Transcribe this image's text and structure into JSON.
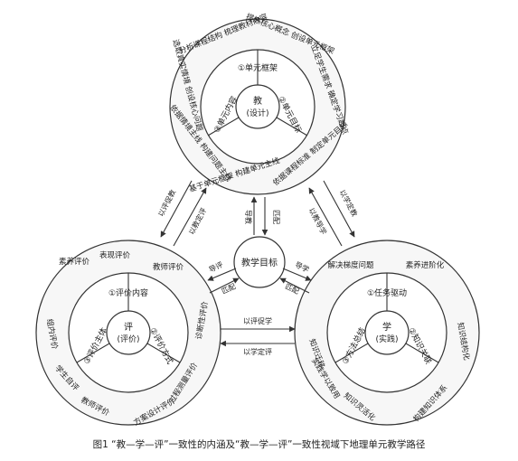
{
  "caption": "图1 “教—学—评”一致性的内涵及“教—学—评”一致性视域下地理单元教学路径",
  "center": {
    "label": "教学目标"
  },
  "teach": {
    "hub": [
      "教",
      "(设计)"
    ],
    "inner": [
      "①单元框架",
      "②单元目标",
      "③单元内容"
    ],
    "outer": [
      "分析课程结构 梳理教材内容",
      "提炼核心概念 创设单元框架",
      "立足学生需求 确定学习起点",
      "依据课程标准 制定单元目标",
      "基于单元框架 构建单元主线",
      "依据情境主线 构建问题主线",
      "选取真实情境 创设核心问题"
    ]
  },
  "learn": {
    "hub": [
      "学",
      "(实践)"
    ],
    "inner": [
      "①任务驱动",
      "②知识关联",
      "③方法总结"
    ],
    "outer": [
      "解决梯度问题",
      "素养进阶化",
      "知识结构化",
      "构建知识体系",
      "知识迁移",
      "知识灵活化",
      "实践学以致用"
    ]
  },
  "assess": {
    "hub": [
      "评",
      "(评价)"
    ],
    "inner": [
      "①评价内容",
      "②评价方式",
      "③评价主体"
    ],
    "outer": [
      "素养评价",
      "表现评价",
      "教师评价",
      "诊断性评价",
      "过程测量评价",
      "方案设计评价",
      "学生自评",
      "组内评价",
      "教师评价"
    ]
  },
  "links": {
    "center_teach": [
      "导教",
      "匹配"
    ],
    "center_learn": [
      "导学",
      "匹配"
    ],
    "center_assess": [
      "导评",
      "匹配"
    ],
    "teach_learn": [
      "以学定教",
      "以教导学"
    ],
    "teach_assess": [
      "以评促教",
      "以教定评"
    ],
    "learn_assess": [
      "以评促学",
      "以学定评"
    ]
  }
}
